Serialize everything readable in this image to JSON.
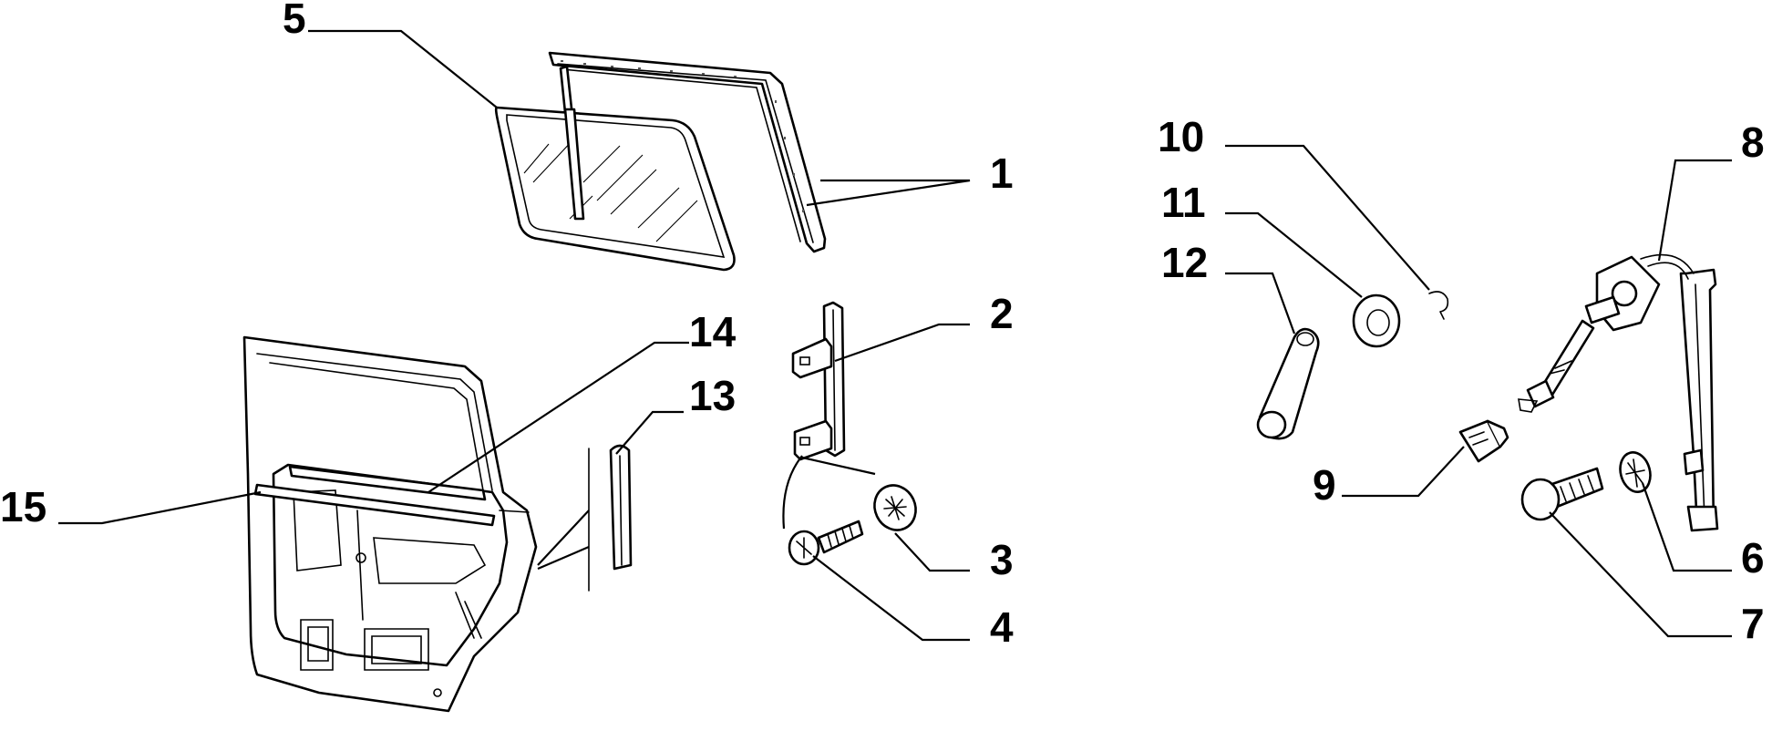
{
  "callouts": {
    "c1": "1",
    "c2": "2",
    "c3": "3",
    "c4": "4",
    "c5": "5",
    "c6": "6",
    "c7": "7",
    "c8": "8",
    "c9": "9",
    "c10": "10",
    "c11": "11",
    "c12": "12",
    "c13": "13",
    "c14": "14",
    "c15": "15"
  },
  "colors": {
    "line": "#000000",
    "background": "#ffffff"
  },
  "icons": [
    "door-glass",
    "glass-run-seal",
    "glass-channel",
    "washer",
    "screw",
    "regulator-washer",
    "regulator-bolt",
    "window-regulator",
    "clip",
    "retaining-clip",
    "handle-escutcheon",
    "winder-handle",
    "door-weatherstrip",
    "belt-moulding",
    "door-shell"
  ]
}
